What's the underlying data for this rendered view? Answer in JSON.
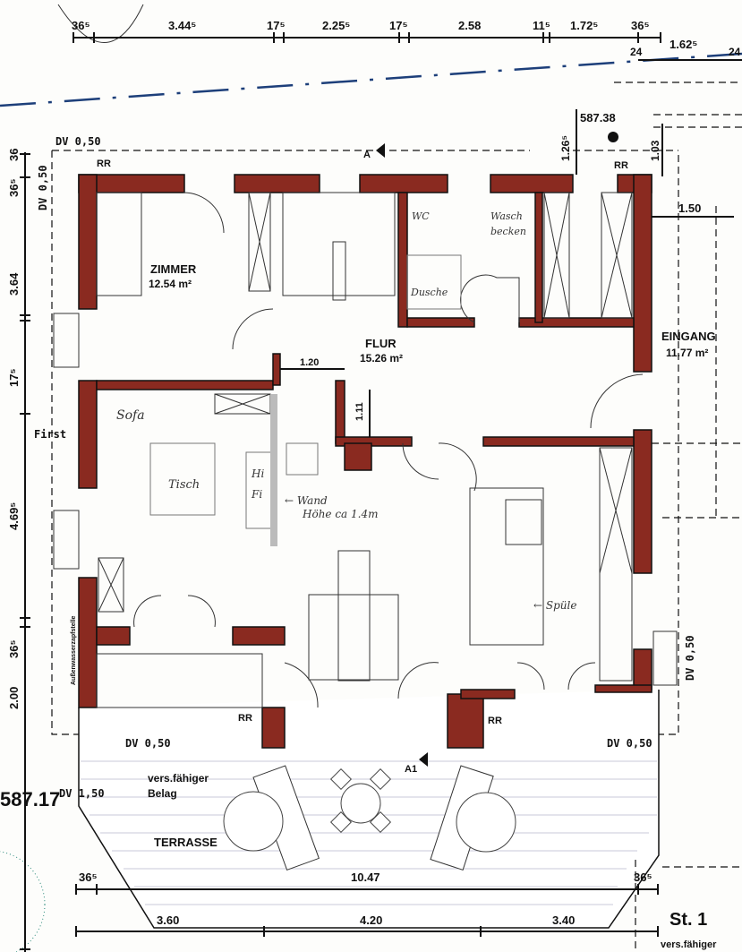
{
  "dimensions": {
    "top": [
      "36⁵",
      "3.44⁵",
      "17⁵",
      "2.25⁵",
      "17⁵",
      "2.58",
      "11⁵",
      "1.72⁵",
      "36⁵"
    ],
    "top_right": [
      "24",
      "1.62⁵",
      "24"
    ],
    "left": [
      "36⁵",
      "3.64",
      "17⁵",
      "4.69⁵",
      "36⁵",
      "2.00"
    ],
    "left_top_cut": "36",
    "bottom_row1": [
      "36⁵",
      "10.47",
      "36⁵"
    ],
    "bottom_row2": [
      "3.60",
      "4.20",
      "3.40"
    ],
    "interior": {
      "flur_width": "1.20",
      "flur_depth": "1.11",
      "entry_width": "1.50",
      "entry_h1": "1.26⁵",
      "entry_h2": "1.03"
    }
  },
  "elevations": {
    "entry": "587.38",
    "terrace": "587.17"
  },
  "rooms": [
    {
      "name": "ZIMMER",
      "area": "12.54 m²"
    },
    {
      "name": "FLUR",
      "area": "15.26 m²"
    },
    {
      "name": "EINGANG",
      "area": "11.77 m²"
    },
    {
      "name": "TERRASSE",
      "area": ""
    }
  ],
  "roof_overhangs": {
    "top": "DV 0,50",
    "left": "DV 0,50",
    "right": "DV 0,50",
    "bottom_left": "DV 0,50",
    "bottom_right": "DV 0,50",
    "terrace": "DV 1,50"
  },
  "markers": {
    "rr1": "RR",
    "rr2": "RR",
    "rr3": "RR",
    "rr4": "RR",
    "section_top": "A",
    "section_bottom": "A1",
    "first": "First",
    "outdoor_tap": "Außenwasserzapfstelle"
  },
  "terrace": {
    "surface_1": "vers.fähiger",
    "surface_2": "Belag"
  },
  "handwritten": {
    "wc": "WC",
    "wash_1": "Wasch",
    "wash_2": "becken",
    "shower": "Dusche",
    "sofa": "Sofa",
    "table": "Tisch",
    "hifi_1": "Hi",
    "hifi_2": "Fi",
    "wall_1": "← Wand",
    "wall_2": "Höhe ca 1.4m",
    "sink": "← Spüle"
  },
  "footer": {
    "label": "St. 1",
    "sub": "vers.fähiger"
  },
  "colors": {
    "wall": "#8a2a20",
    "property_line": "#1d3f7a"
  }
}
